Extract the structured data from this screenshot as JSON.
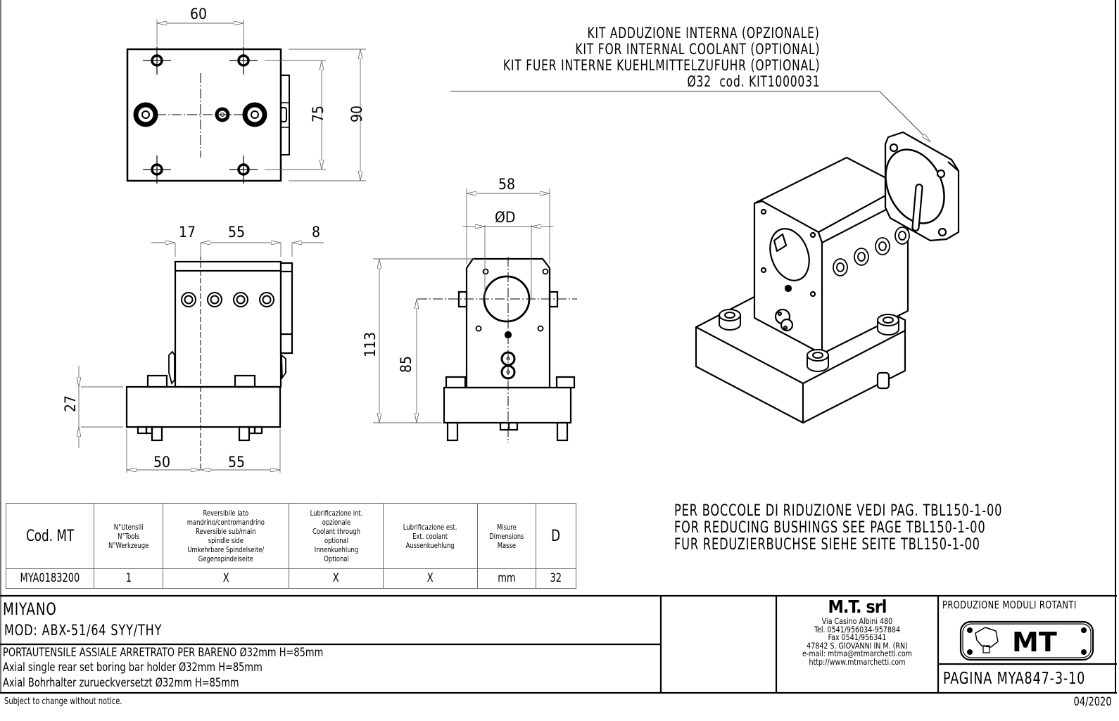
{
  "drawing": {
    "top_view": {
      "dim_width": "60",
      "dim_hole_spacing": "75",
      "dim_height": "90"
    },
    "side_view": {
      "dim_left": "17",
      "dim_mid": "55",
      "dim_right": "8",
      "dim_base_height": "27",
      "dim_bottom_left": "50",
      "dim_bottom_right": "55"
    },
    "front_view": {
      "dim_width": "58",
      "dim_bore": "ØD",
      "dim_total_height": "113",
      "dim_center_height": "85"
    }
  },
  "coolant_kit_note": {
    "lines": [
      "KIT ADDUZIONE INTERNA (OPZIONALE)",
      "KIT FOR INTERNAL COOLANT (OPTIONAL)",
      "KIT FUER INTERNE KUEHLMITTELZUFUHR (OPTIONAL)",
      "Ø32  cod. KIT1000031"
    ]
  },
  "bushing_note": {
    "lines": [
      "PER BOCCOLE DI RIDUZIONE VEDI PAG. TBL150-1-00",
      "FOR REDUCING BUSHINGS SEE PAGE TBL150-1-00",
      "FUR REDUZIERBUCHSE SIEHE SEITE TBL150-1-00"
    ]
  },
  "spec_table": {
    "headers": [
      "Cod. MT",
      "N°Utensili\nN°Tools\nN°Werkzeuge",
      "Reversibile lato\nmandrino/contromandrino\nReversible sub/main\nspindle side\nUmkehrbare Spindelseite/\nGegenspindelseite",
      "Lubrificazione int.\nopzionale\nCoolant through\noptional\nInnenkuehlung\nOptional",
      "Lubrificazione est.\nExt. coolant\nAussenkuehlung",
      "Misure\nDimensions\nMasse",
      "D"
    ],
    "rows": [
      [
        "MYA0183200",
        "1",
        "X",
        "X",
        "X",
        "mm",
        "32"
      ]
    ]
  },
  "title_block": {
    "machine": "MIYANO",
    "model": "MOD: ABX-51/64 SYY/THY",
    "description": [
      "PORTAUTENSILE ASSIALE ARRETRATO PER BARENO Ø32mm H=85mm",
      "Axial single rear set boring bar holder Ø32mm H=85mm",
      "Axial Bohrhalter zurueckversetzt Ø32mm H=85mm"
    ],
    "company": {
      "name": "M.T. srl",
      "address": "Via Casino Albini 480",
      "tel": "Tel. 0541/956034-957884",
      "fax": "Fax 0541/956341",
      "city": "47842 S. GIOVANNI IN M. (RN)",
      "email": "e-mail: mtma@mtmarchetti.com",
      "web": "http://www.mtmarchetti.com"
    },
    "division": "PRODUZIONE MODULI ROTANTI",
    "logo_text": "MT",
    "page": "PAGINA MYA847-3-10"
  },
  "footer": {
    "disclaimer": "Subject to change without notice.",
    "date": "04/2020"
  }
}
